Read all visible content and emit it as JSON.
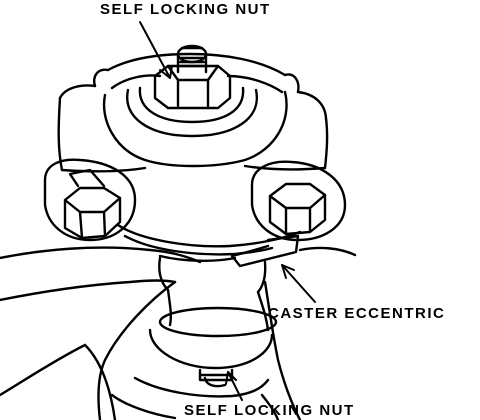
{
  "labels": {
    "top_nut": "SELF LOCKING NUT",
    "caster": "CASTER ECCENTRIC",
    "bottom_nut": "SELF LOCKING NUT"
  },
  "colors": {
    "ink": "#000000",
    "paper": "#ffffff"
  }
}
